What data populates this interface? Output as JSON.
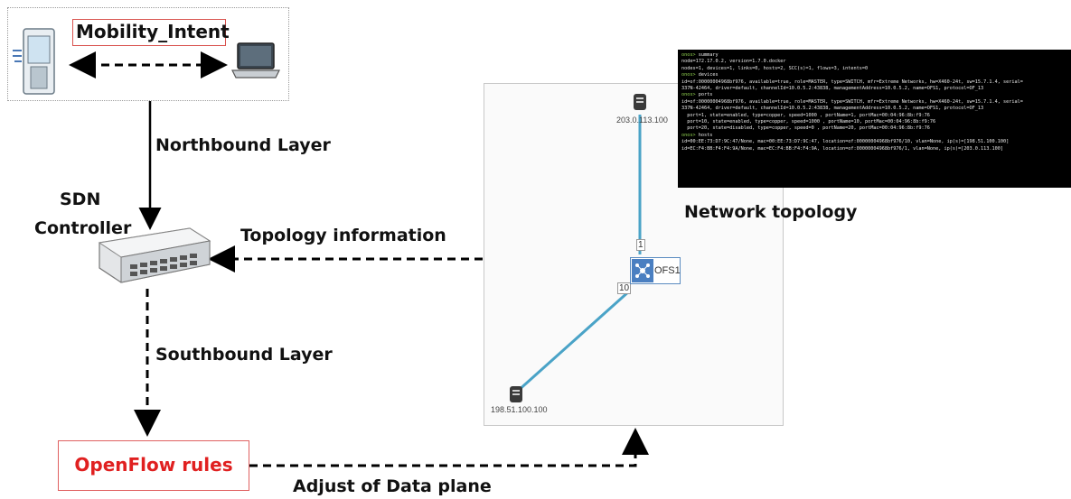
{
  "intent": {
    "title": "Mobility_Intent"
  },
  "controller": {
    "line1": "SDN",
    "line2": "Controller"
  },
  "layers": {
    "northbound": "Northbound Layer",
    "southbound": "Southbound Layer"
  },
  "flows": {
    "topology_information": "Topology information",
    "adjust_data_plane": "Adjust of Data plane"
  },
  "openflow": {
    "label": "OpenFlow rules"
  },
  "topology": {
    "caption": "Network topology",
    "switch_name": "OFS1",
    "host_top_ip": "203.0.113.100",
    "host_bottom_ip": "198.51.100.100",
    "port_top": "1",
    "port_bottom": "10"
  },
  "terminal": {
    "lines": [
      {
        "prompt": "onos> ",
        "text": "summary"
      },
      {
        "prompt": "",
        "text": "node=172.17.0.2, version=1.7.0.docker"
      },
      {
        "prompt": "",
        "text": "nodes=1, devices=1, links=0, hosts=2, SCC(s)=1, flows=3, intents=0"
      },
      {
        "prompt": "onos> ",
        "text": "devices"
      },
      {
        "prompt": "",
        "text": "id=of:00000004968bf976, available=true, role=MASTER, type=SWITCH, mfr=Extreme Networks, hw=X460-24t, sw=15.7.1.4, serial="
      },
      {
        "prompt": "",
        "text": "337N-42464, driver=default, channelId=10.0.5.2:43838, managementAddress=10.0.5.2, name=OFS1, protocol=OF_13"
      },
      {
        "prompt": "onos> ",
        "text": "ports"
      },
      {
        "prompt": "",
        "text": "id=of:00000004968bf976, available=true, role=MASTER, type=SWITCH, mfr=Extreme Networks, hw=X460-24t, sw=15.7.1.4, serial="
      },
      {
        "prompt": "",
        "text": "337N-42464, driver=default, channelId=10.0.5.2:43838, managementAddress=10.0.5.2, name=OFS1, protocol=OF_13"
      },
      {
        "prompt": "",
        "text": "  port=1, state=enabled, type=copper, speed=1000 , portName=1, portMac=00:04:96:8b:f9:76"
      },
      {
        "prompt": "",
        "text": "  port=10, state=enabled, type=copper, speed=1000 , portName=10, portMac=00:04:96:8b:f9:76"
      },
      {
        "prompt": "",
        "text": "  port=20, state=disabled, type=copper, speed=0 , portName=20, portMac=00:04:96:8b:f9:76"
      },
      {
        "prompt": "onos> ",
        "text": "hosts"
      },
      {
        "prompt": "",
        "text": "id=00:EE:73:D7:9C:47/None, mac=00:EE:73:D7:9C:47, location=of:00000004968bf976/10, vlan=None, ip(s)=[198.51.100.100]"
      },
      {
        "prompt": "",
        "text": "id=EC:F4:BB:F4:F4:9A/None, mac=EC:F4:BB:F4:F4:9A, location=of:00000004968bf976/1, vlan=None, ip(s)=[203.0.113.100]"
      }
    ]
  },
  "colors": {
    "link": "#4aa3c7",
    "openflow_text": "#e02020",
    "box_border": "#d9534f",
    "terminal_bg": "#000000"
  },
  "icons": {
    "phone": "mobile-phone-icon",
    "laptop": "laptop-icon",
    "controller": "network-switch-icon",
    "host": "host-server-icon",
    "switch": "openflow-switch-icon"
  }
}
